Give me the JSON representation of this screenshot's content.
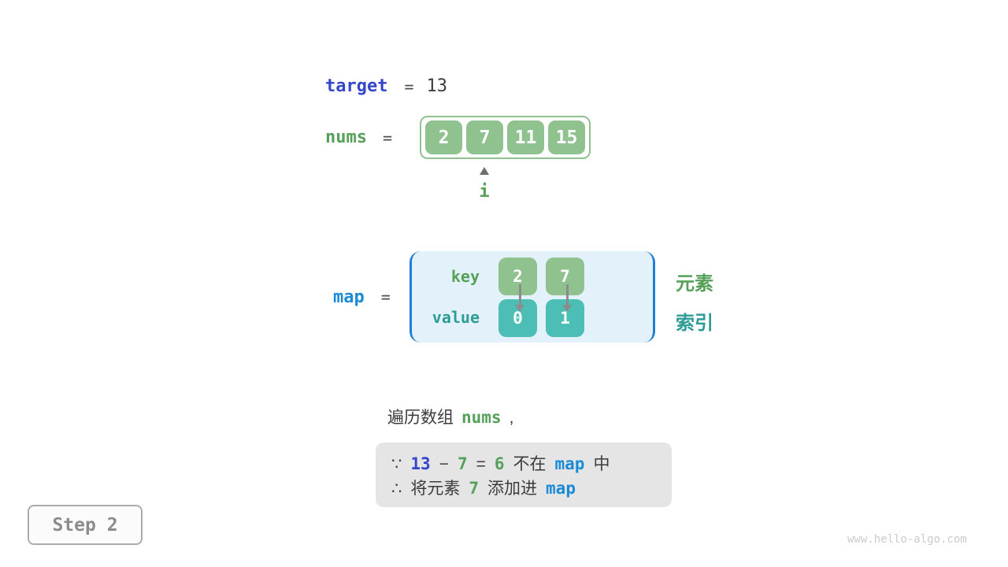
{
  "colors": {
    "indigo": "#3346cc",
    "blue": "#1b8bd8",
    "green_text": "#56a15a",
    "green_fill": "#90c290",
    "teal_fill": "#4dbeb6",
    "teal_text": "#2e9c96",
    "dark_text": "#3c3c3c",
    "map_bg": "#e3f1fa",
    "bracket_blue": "#1f7fd4",
    "note_bg": "#e5e5e5",
    "arrow_gray": "#8c8c8c"
  },
  "target_line": {
    "label": "target",
    "equals": "=",
    "value": "13"
  },
  "nums_line": {
    "label": "nums",
    "equals": "=",
    "cells": [
      "2",
      "7",
      "11",
      "15"
    ],
    "pointer_label": "i"
  },
  "map_line": {
    "label": "map",
    "equals": "=",
    "key_label": "key",
    "value_label": "value",
    "keys": [
      "2",
      "7"
    ],
    "values": [
      "0",
      "1"
    ],
    "element_label": "元素",
    "index_label": "索引"
  },
  "caption": {
    "prefix": "遍历数组",
    "code": "nums",
    "suffix": ","
  },
  "note": {
    "line1": [
      {
        "t": "∵",
        "c": "dark"
      },
      {
        "t": "13",
        "c": "indigo",
        "m": true
      },
      {
        "t": "−",
        "c": "dark"
      },
      {
        "t": "7",
        "c": "green",
        "m": true
      },
      {
        "t": "=",
        "c": "dark"
      },
      {
        "t": "6",
        "c": "green",
        "m": true
      },
      {
        "t": "不在",
        "c": "dark"
      },
      {
        "t": "map",
        "c": "blue",
        "m": true
      },
      {
        "t": "中",
        "c": "dark"
      }
    ],
    "line2": [
      {
        "t": "∴",
        "c": "dark"
      },
      {
        "t": "将元素",
        "c": "dark"
      },
      {
        "t": "7",
        "c": "green",
        "m": true
      },
      {
        "t": "添加进",
        "c": "dark"
      },
      {
        "t": "map",
        "c": "blue",
        "m": true
      }
    ]
  },
  "step_label": "Step 2",
  "watermark": "www.hello-algo.com"
}
